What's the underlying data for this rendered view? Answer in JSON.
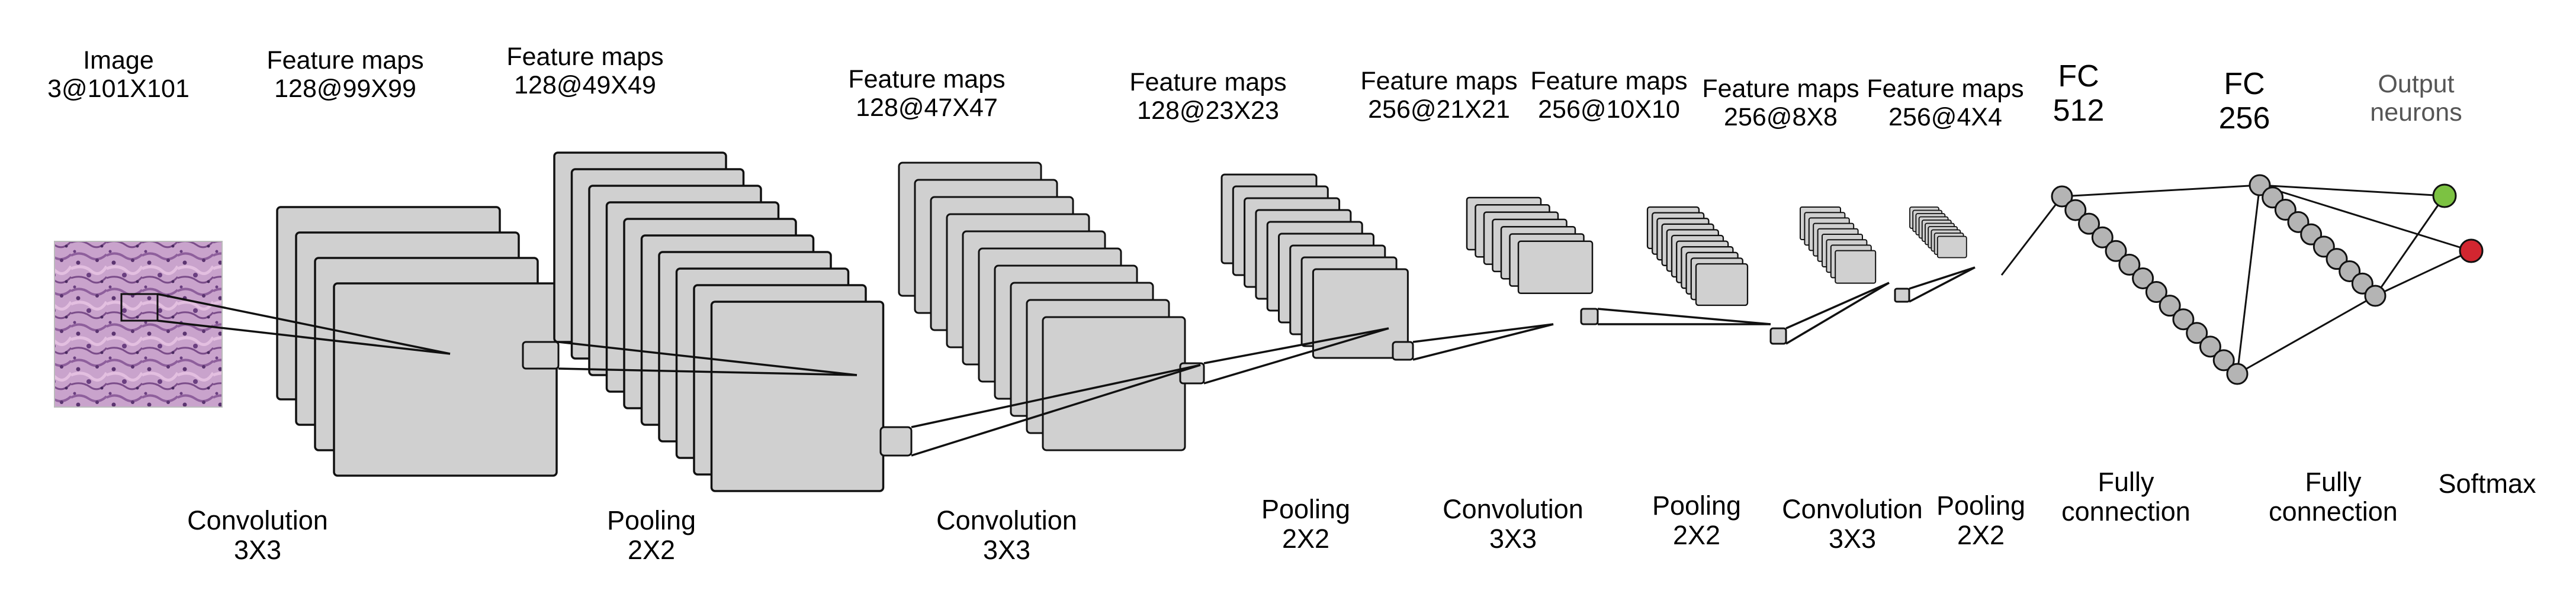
{
  "input": {
    "title": "Image",
    "dims": "3@101X101"
  },
  "feature_maps": [
    {
      "title": "Feature maps",
      "dims": "128@99X99"
    },
    {
      "title": "Feature maps",
      "dims": "128@49X49"
    },
    {
      "title": "Feature maps",
      "dims": "128@47X47"
    },
    {
      "title": "Feature maps",
      "dims": "128@23X23"
    },
    {
      "title": "Feature maps",
      "dims": "256@21X21"
    },
    {
      "title": "Feature maps",
      "dims": "256@10X10"
    },
    {
      "title": "Feature maps",
      "dims": "256@8X8"
    },
    {
      "title": "Feature maps",
      "dims": "256@4X4"
    }
  ],
  "fully_connected": [
    {
      "title": "FC",
      "units": "512"
    },
    {
      "title": "FC",
      "units": "256"
    }
  ],
  "output": {
    "line1": "Output",
    "line2": "neurons",
    "neuron_colors": [
      "#7cc242",
      "#d22630"
    ]
  },
  "operations": [
    {
      "name": "Convolution",
      "size": "3X3"
    },
    {
      "name": "Pooling",
      "size": "2X2"
    },
    {
      "name": "Convolution",
      "size": "3X3"
    },
    {
      "name": "Pooling",
      "size": "2X2"
    },
    {
      "name": "Convolution",
      "size": "3X3"
    },
    {
      "name": "Pooling",
      "size": "2X2"
    },
    {
      "name": "Convolution",
      "size": "3X3"
    },
    {
      "name": "Pooling",
      "size": "2X2"
    },
    {
      "name": "Fully",
      "size": "connection"
    },
    {
      "name": "Fully",
      "size": "connection"
    },
    {
      "name": "Softmax",
      "size": ""
    }
  ],
  "colors": {
    "map_fill": "#d0d0d0",
    "neuron_fill": "#b4b4b4",
    "stroke": "#111111",
    "label_gray": "#555555"
  }
}
